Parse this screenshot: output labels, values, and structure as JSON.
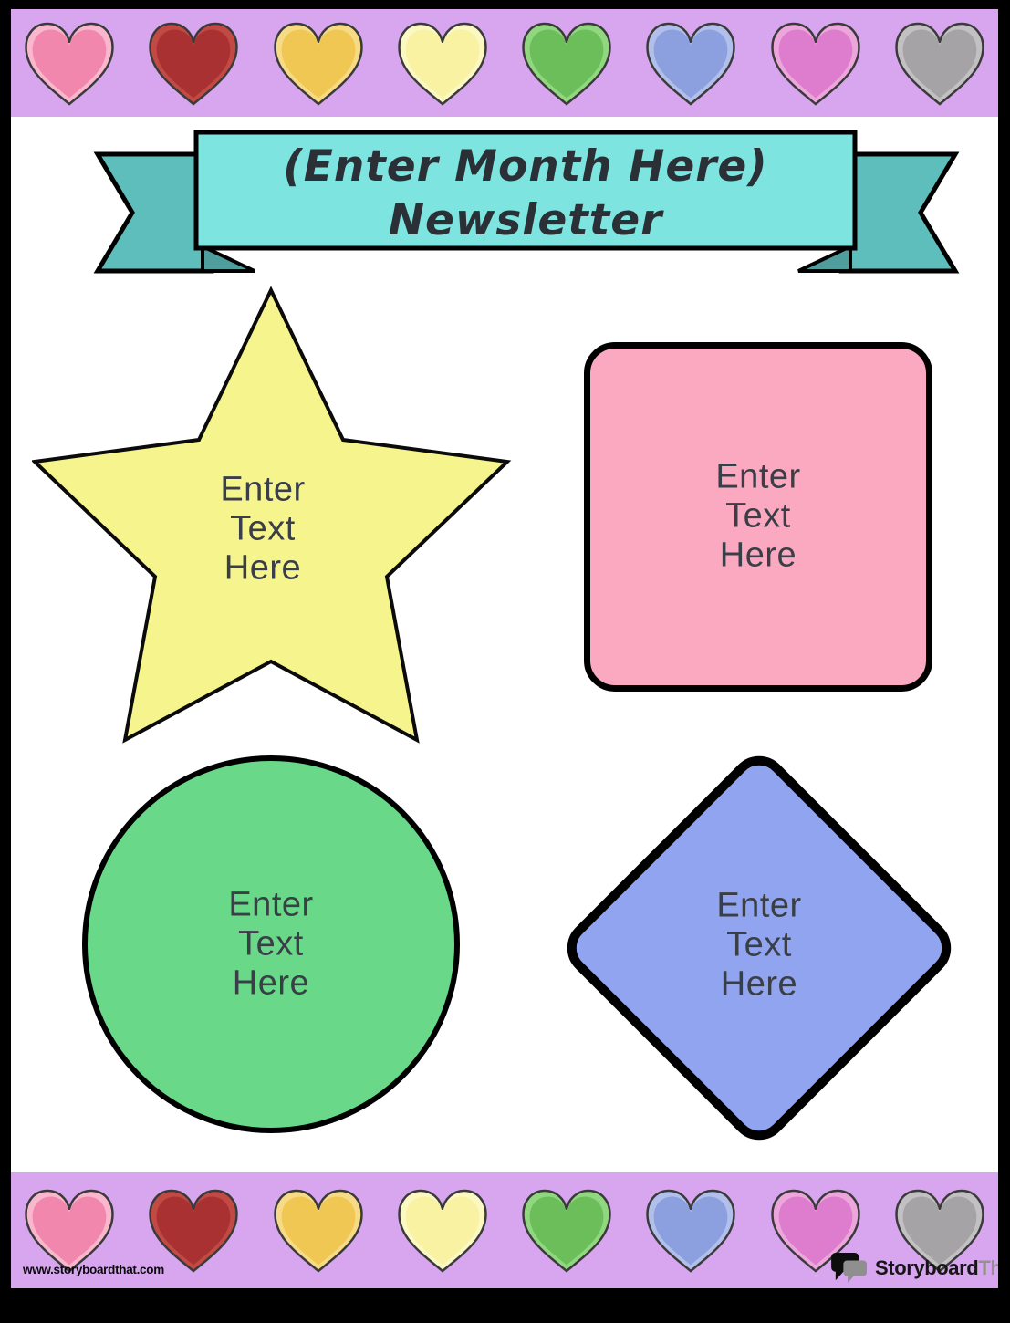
{
  "banner": {
    "title_line1": "(Enter Month Here)",
    "title_line2": "Newsletter",
    "ribbon_fill": "#7DE4E0",
    "tail_fill": "#5EBEBB",
    "fold_fill": "#4F9E9D",
    "text_color": "#2B3036"
  },
  "shapes": {
    "star": {
      "lines": [
        "Enter",
        "Text",
        "Here"
      ],
      "fill": "#F5F48D"
    },
    "rounded_square": {
      "lines": [
        "Enter",
        "Text",
        "Here"
      ],
      "fill": "#FBA9C1"
    },
    "circle": {
      "lines": [
        "Enter",
        "Text",
        "Here"
      ],
      "fill": "#69D989"
    },
    "diamond": {
      "lines": [
        "Enter",
        "Text",
        "Here"
      ],
      "fill": "#90A4EF"
    }
  },
  "hearts_band": {
    "band_fill": "#D8A6EF",
    "hearts": [
      {
        "name": "pink",
        "fill": "#F287AE",
        "rim": "#F9B7CD"
      },
      {
        "name": "dark-red",
        "fill": "#A93131",
        "rim": "#C24A44"
      },
      {
        "name": "amber",
        "fill": "#F0C753",
        "rim": "#F6DA85"
      },
      {
        "name": "pale-yellow",
        "fill": "#F8F2A2",
        "rim": "#FBF8C4"
      },
      {
        "name": "green",
        "fill": "#6CBE5B",
        "rim": "#90D77F"
      },
      {
        "name": "periwinkle",
        "fill": "#8C9FDF",
        "rim": "#B1BFEA"
      },
      {
        "name": "magenta",
        "fill": "#DE7CCE",
        "rim": "#ECA6DC"
      },
      {
        "name": "gray",
        "fill": "#A6A3A6",
        "rim": "#C2C0C2"
      }
    ]
  },
  "footer": {
    "watermark": "www.storyboardthat.com",
    "logo_part1": "Storyboard",
    "logo_part2": "That"
  },
  "text_color": "#3A3E46"
}
